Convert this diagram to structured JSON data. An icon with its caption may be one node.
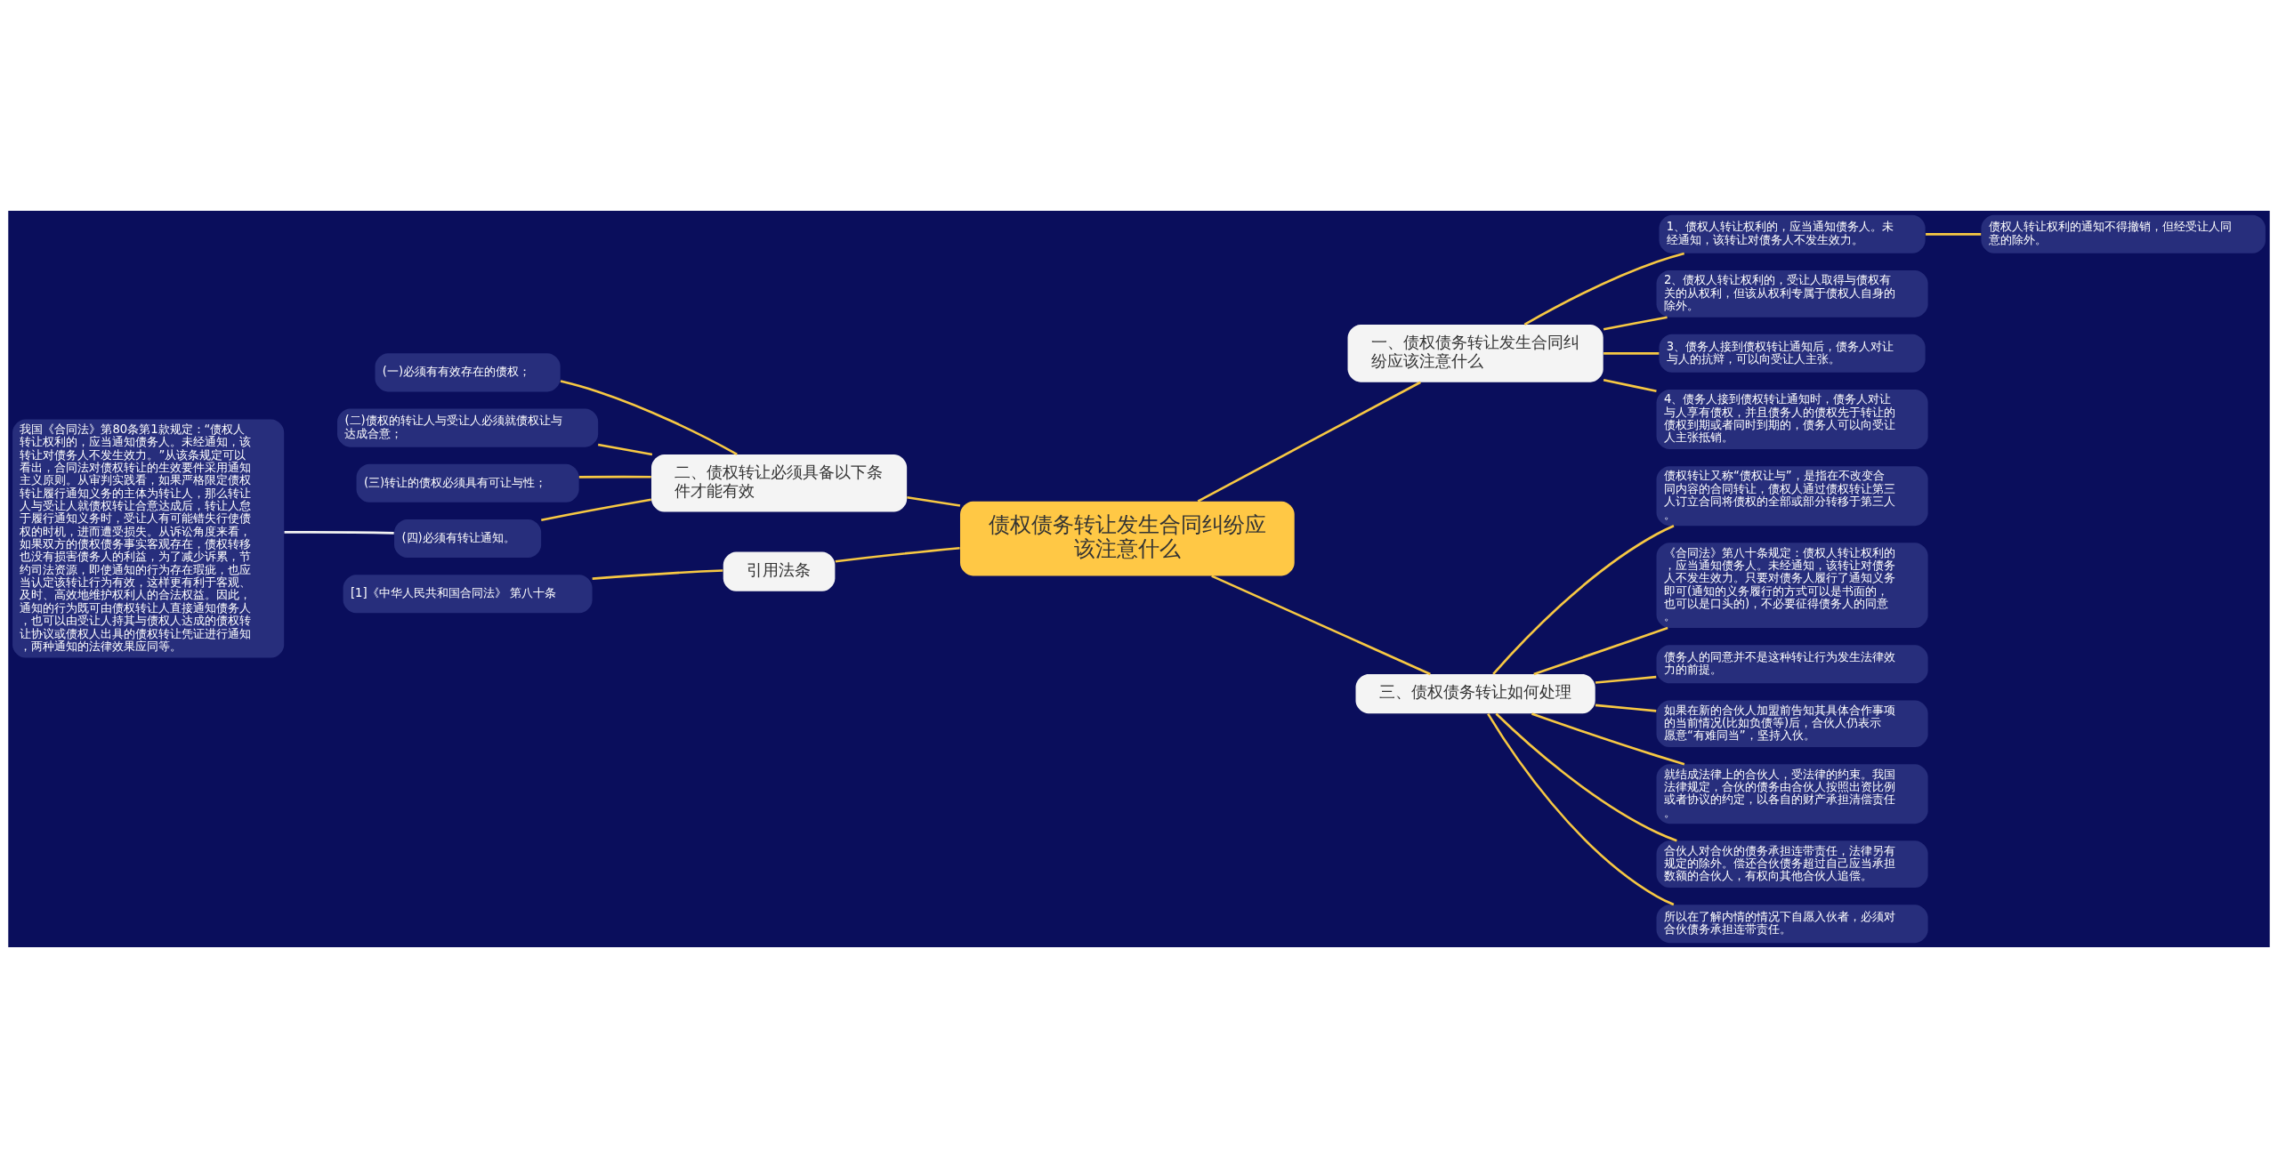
{
  "diagram": {
    "nodes": [
      {
        "text": [
          "债权债务转让发生合同纠纷应该注意什么"
        ]
      },
      {
        "text": [
          "一、债权债务转让发生合同纠纷应该注意什么"
        ]
      },
      {
        "text": [
          "1、债权人转让权利的，应当通知债务人。未经通知，该转让对债务人不发生效力。"
        ]
      },
      {
        "text": [
          "债权人转让权利的通知不得撤销，但经受让人同意的除外。"
        ]
      },
      {
        "text": [
          "2、债权人转让权利的，受让人取得与债权有关的从权利，但该从权利专属于债权人自身的除外。"
        ]
      },
      {
        "text": [
          "3、债务人接到债权转让通知后，债务人对让与人的抗辩，可以向受让人主张。"
        ]
      },
      {
        "text": [
          "4、债务人接到债权转让通知时，债务人对让与人享有债权，并且债务人的债权先于转让的债权到期或者同时到期的，债务人可以向受让人主张抵销。"
        ]
      },
      {
        "text": [
          "二、债权转让必须具备以下条件才能有效"
        ]
      },
      {
        "text": [
          "(一)必须有有效存在的债权；"
        ]
      },
      {
        "text": [
          "(二)债权的转让人与受让人必须就债权让与达成合意；"
        ]
      },
      {
        "text": [
          "(三)转让的债权必须具有可让与性；"
        ]
      },
      {
        "text": [
          "(四)必须有转让通知。"
        ]
      },
      {
        "text": [
          "我国《合同法》第80条第1款规定：“债权人转让权利的，应当通知债务人。未经通知，该转让对债务人不发生效力。”从该条规定可以看出，合同法对债权转让的生效要件采用通知主义原则。从审判实践看，如果严格限定债权转让履行通知义务的主体为转让人，那么转让人与受让人就债权转让合意达成后，转让人怠于履行通知义务时，受让人有可能错失行使债权的时机，进而遭受损失。从诉讼角度来看，如果双方的债权债务事实客观存在，债权转移也没有损害债务人的利益，为了减少诉累，节约司法资源，即使通知的行为存在瑕疵，也应当认定该转让行为有效，这样更有利于客观、及时、高效地维护权利人的合法权益。因此，通知的行为既可由债权转让人直接通知债务人，也可以由受让人持其与债权人达成的债权转让协议或债权人出具的债权转让凭证进行通知，两种通知的法律效果应同等。"
        ]
      },
      {
        "text": [
          "三、债权债务转让如何处理"
        ]
      },
      {
        "text": [
          "债权转让又称“债权让与”，是指在不改变合同内容的合同转让，债权人通过债权转让第三人订立合同将债权的全部或部分转移于第三人。"
        ]
      },
      {
        "text": [
          "《合同法》第八十条规定：债权人转让权利的，应当通知债务人。未经通知，该转让对债务人不发生效力。只要对债务人履行了通知义务即可(通知的义务履行的方式可以是书面的，也可以是口头的)，不必要征得债务人的同意。"
        ]
      },
      {
        "text": [
          "债务人的同意并不是这种转让行为发生法律效力的前提。"
        ]
      },
      {
        "text": [
          "如果在新的合伙人加盟前告知其具体合作事项的当前情况(比如负债等)后，合伙人仍表示愿意“有难同当”，坚持入伙。"
        ]
      },
      {
        "text": [
          "就结成法律上的合伙人，受法律的约束。我国法律规定，合伙的债务由合伙人按照出资比例或者协议的约定，以各自的财产承担清偿责任。"
        ]
      },
      {
        "text": [
          "合伙人对合伙的债务承担连带责任，法律另有规定的除外。偿还合伙债务超过自己应当承担数额的合伙人，有权向其他合伙人追偿。"
        ]
      },
      {
        "text": [
          "所以在了解内情的情况下自愿入伙者，必须对合伙债务承担连带责任。"
        ]
      },
      {
        "text": [
          "引用法条"
        ]
      },
      {
        "text": [
          "[1]《中华人民共和国合同法》 第八十条"
        ]
      }
    ],
    "edges": [
      {
        "from": 0,
        "to": 1,
        "arrow": "none"
      },
      {
        "from": 1,
        "to": 2,
        "arrow": "none"
      },
      {
        "from": 2,
        "to": 3,
        "arrow": "none"
      },
      {
        "from": 1,
        "to": 4,
        "arrow": "none"
      },
      {
        "from": 1,
        "to": 5,
        "arrow": "none"
      },
      {
        "from": 1,
        "to": 6,
        "arrow": "none"
      },
      {
        "from": 0,
        "to": 7,
        "arrow": "none"
      },
      {
        "from": 7,
        "to": 8,
        "arrow": "none"
      },
      {
        "from": 7,
        "to": 9,
        "arrow": "none"
      },
      {
        "from": 7,
        "to": 10,
        "arrow": "none"
      },
      {
        "from": 7,
        "to": 11,
        "arrow": "none"
      },
      {
        "from": 11,
        "to": 12,
        "arrow": "none",
        "color": "#f2f2f2"
      },
      {
        "from": 0,
        "to": 13,
        "arrow": "none"
      },
      {
        "from": 13,
        "to": 14,
        "arrow": "none"
      },
      {
        "from": 13,
        "to": 15,
        "arrow": "none"
      },
      {
        "from": 13,
        "to": 16,
        "arrow": "none"
      },
      {
        "from": 13,
        "to": 17,
        "arrow": "none"
      },
      {
        "from": 13,
        "to": 18,
        "arrow": "none"
      },
      {
        "from": 13,
        "to": 19,
        "arrow": "none"
      },
      {
        "from": 13,
        "to": 20,
        "arrow": "none"
      },
      {
        "from": 0,
        "to": 21,
        "arrow": "none"
      },
      {
        "from": 21,
        "to": 22,
        "arrow": "none"
      }
    ]
  }
}
